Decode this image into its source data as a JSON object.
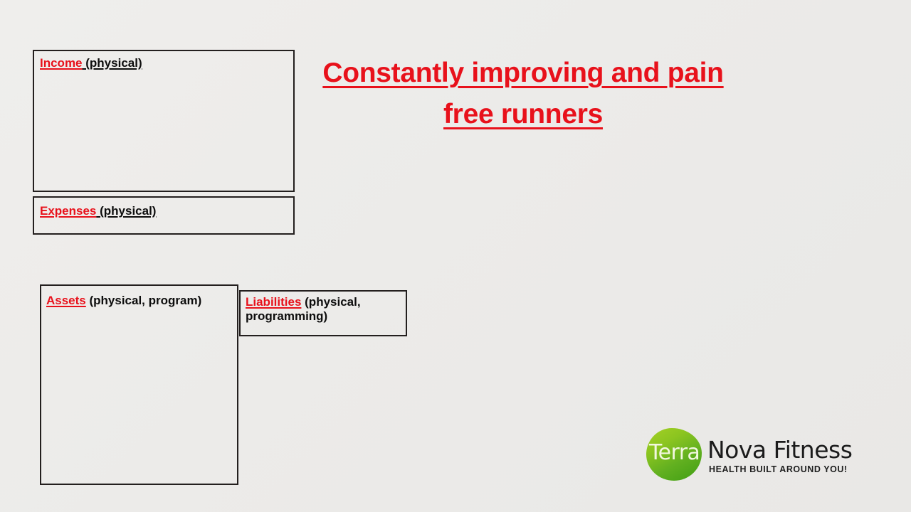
{
  "slide": {
    "background_color": "#ecebe9",
    "accent_color": "#e8111b",
    "title_line1": "Constantly improving and pain",
    "title_line2": "free runners"
  },
  "quadrants": {
    "income": {
      "keyword": "Income",
      "detail": " (physical)"
    },
    "expenses": {
      "keyword": "Expenses",
      "detail": " (physical)"
    },
    "assets": {
      "keyword": "Assets",
      "detail": " (physical, program)"
    },
    "liabilities": {
      "keyword": "Liabilities",
      "detail": " (physical, programming)"
    }
  },
  "logo": {
    "blob_text": "Terra",
    "name": "Nova Fitness",
    "tagline": "HEALTH BUILT AROUND YOU!",
    "blob_color_light": "#a5d125",
    "blob_color_dark": "#3f9e13"
  }
}
